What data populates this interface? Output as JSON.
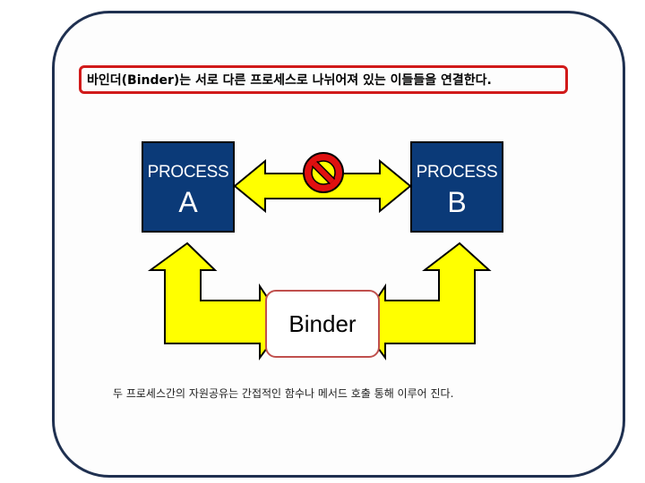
{
  "banner": {
    "text": "바인더(Binder)는 서로 다른 프로세스로 나뉘어져 있는 이들들을 연결한다."
  },
  "process_a": {
    "label": "PROCESS",
    "letter": "A"
  },
  "process_b": {
    "label": "PROCESS",
    "letter": "B"
  },
  "binder": {
    "label": "Binder"
  },
  "caption": {
    "text": "두 프로세스간의 자원공유는 간접적인 함수나 메서드 호출 통해 이루어 진다."
  },
  "icons": [
    "no-entry-icon"
  ],
  "colors": {
    "process_fill": "#0b3a78",
    "arrow_fill": "#ffff00",
    "banner_border": "#d11a1a",
    "binder_border": "#c0504d",
    "prohibit_red": "#e01010"
  }
}
